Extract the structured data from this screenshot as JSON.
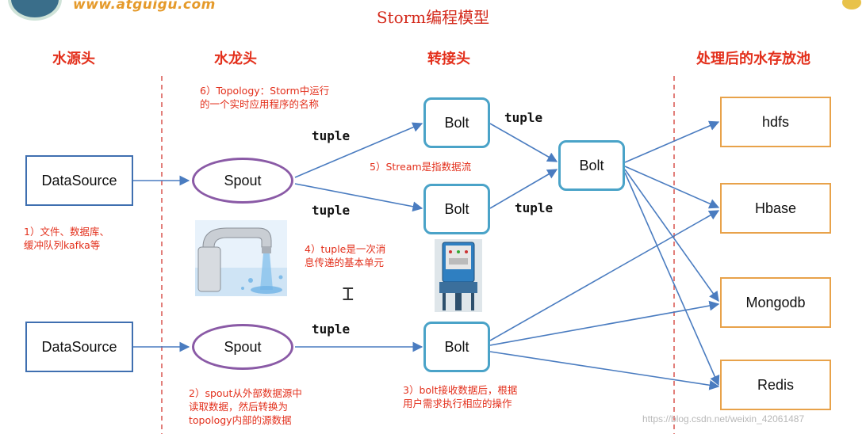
{
  "logo_text": "www.atguigu.com",
  "title": "Storm编程模型",
  "columns": [
    "水源头",
    "水龙头",
    "转接头",
    "处理后的水存放池"
  ],
  "nodes": {
    "datasource": [
      "DataSource",
      "DataSource"
    ],
    "spout": [
      "Spout",
      "Spout"
    ],
    "bolt": [
      "Bolt",
      "Bolt",
      "Bolt",
      "Bolt"
    ],
    "storage": [
      "hdfs",
      "Hbase",
      "Mongodb",
      "Redis"
    ]
  },
  "edge_labels": [
    "tuple",
    "tuple",
    "tuple",
    "tuple",
    "tuple"
  ],
  "notes": {
    "n1": "1）文件、数据库、\n缓冲队列kafka等",
    "n2": "2）spout从外部数据源中\n读取数据，然后转换为\ntopology内部的源数据",
    "n3": "3）bolt接收数据后，根据\n用户需求执行相应的操作",
    "n4": "4）tuple是一次消\n息传递的基本单元",
    "n5": "5）Stream是指数据流",
    "n6": "6）Topology：Storm中运行\n的一个实时应用程序的名称"
  },
  "watermark": "https://blog.csdn.net/weixin_42061487",
  "colors": {
    "title": "#d42a1c",
    "heading": "#e3301c",
    "arrow": "#4a7cc0",
    "divider": "#d9534f"
  }
}
